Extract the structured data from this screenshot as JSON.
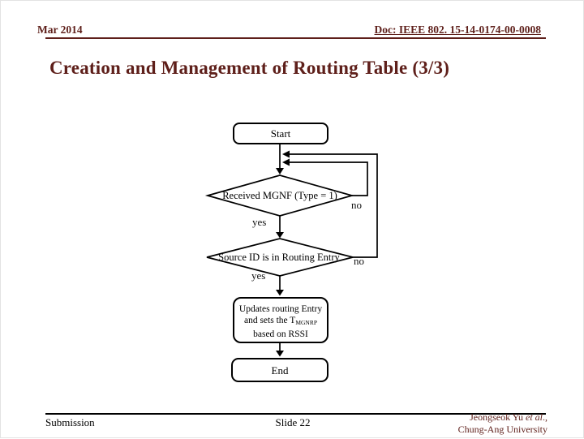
{
  "colors": {
    "accent_maroon": "#5e1f1a",
    "flowchart_line": "#000000",
    "background": "#ffffff"
  },
  "header": {
    "date": "Mar 2014",
    "doc": "Doc: IEEE 802. 15-14-0174-00-0008"
  },
  "title": "Creation and Management of Routing Table (3/3)",
  "flowchart": {
    "start_label": "Start",
    "decision1_label": "Received MGNF (Type = 1)",
    "decision1_no": "no",
    "decision1_yes": "yes",
    "decision2_label": "Source ID is in Routing Entry",
    "decision2_no": "no",
    "decision2_yes": "yes",
    "process_line1": "Updates routing Entry",
    "process_line2_pre": "and sets the T",
    "process_line2_sub": "MGNRP",
    "process_line3": "based on RSSI",
    "end_label": "End"
  },
  "footer": {
    "left": "Submission",
    "center": "Slide 22",
    "right_line1_pre": "Jeongseok Yu ",
    "right_line1_italic": "et al",
    "right_line1_post": ".,",
    "right_line2": "Chung-Ang University"
  }
}
